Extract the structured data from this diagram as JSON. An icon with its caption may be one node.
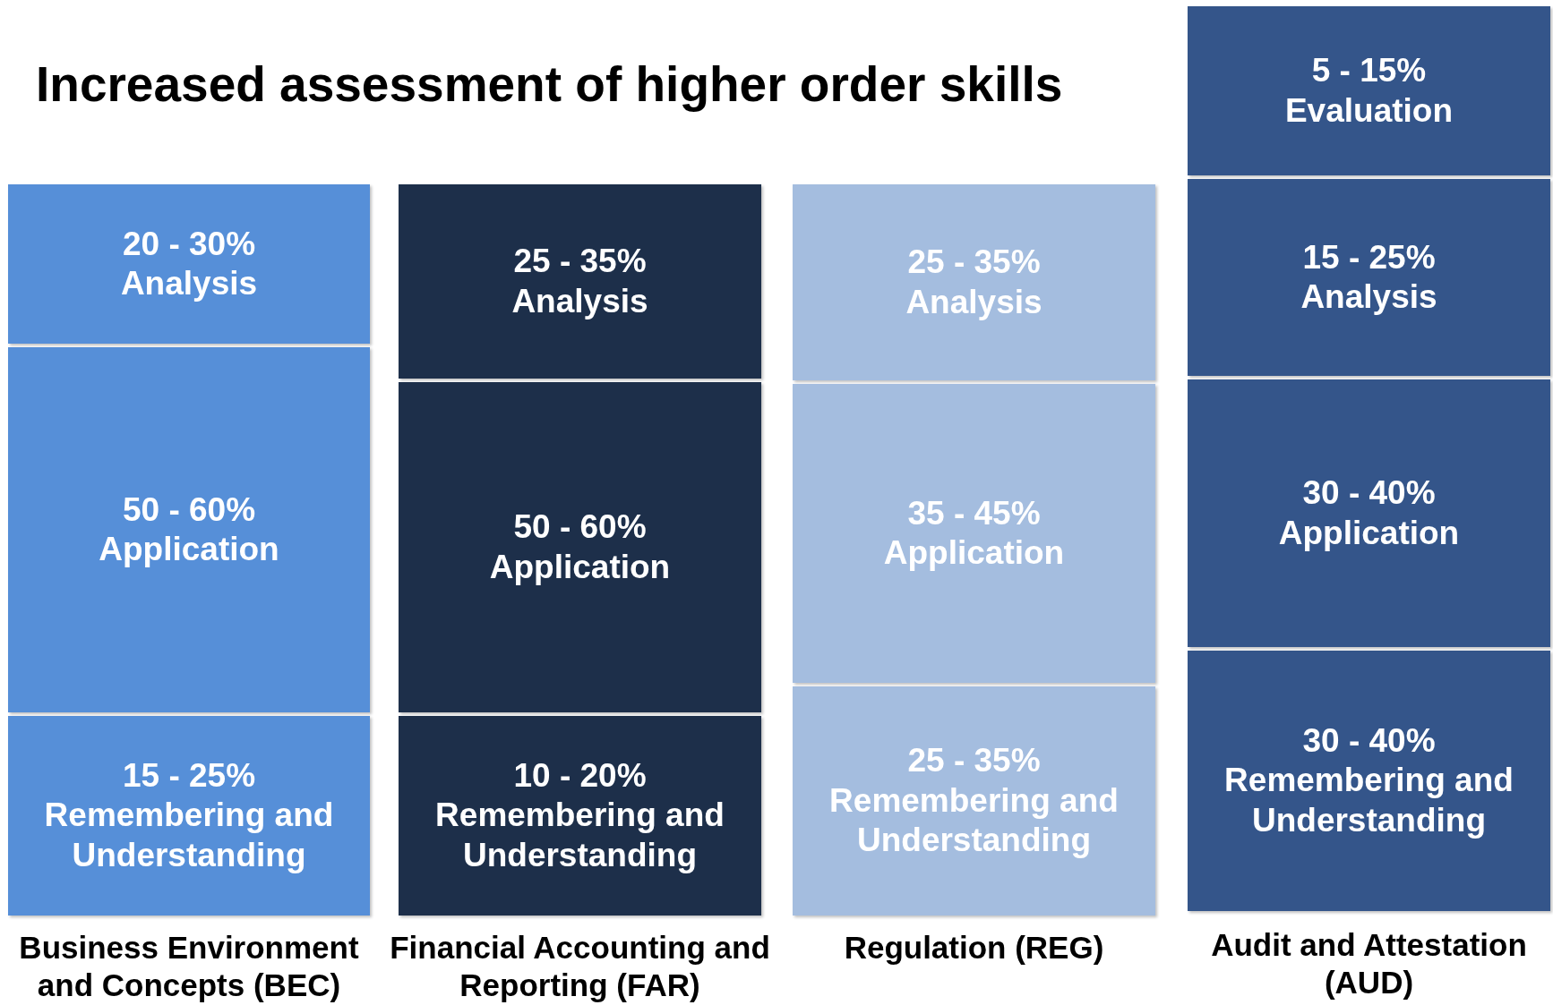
{
  "diagram": {
    "title": "Increased assessment of higher order skills",
    "nodes": [
      {
        "text": [
          "Business Environment and Concepts (BEC)"
        ]
      },
      {
        "text": [
          "20 - 30%",
          "Analysis"
        ],
        "in": 0
      },
      {
        "text": [
          "50 - 60%",
          "Application"
        ],
        "in": 0
      },
      {
        "text": [
          "15 - 25%",
          "Remembering and Understanding"
        ],
        "in": 0
      },
      {
        "text": [
          "Financial Accounting and Reporting (FAR)"
        ]
      },
      {
        "text": [
          "25 - 35%",
          "Analysis"
        ],
        "in": 4
      },
      {
        "text": [
          "50 - 60%",
          "Application"
        ],
        "in": 4
      },
      {
        "text": [
          "10 - 20%",
          "Remembering and Understanding"
        ],
        "in": 4
      },
      {
        "text": [
          "Regulation (REG)"
        ]
      },
      {
        "text": [
          "25 - 35%",
          "Analysis"
        ],
        "in": 8
      },
      {
        "text": [
          "35 - 45%",
          "Application"
        ],
        "in": 8
      },
      {
        "text": [
          "25 - 35%",
          "Remembering and Understanding"
        ],
        "in": 8
      },
      {
        "text": [
          "Audit and Attestation (AUD)"
        ]
      },
      {
        "text": [
          "5 - 15%",
          "Evaluation"
        ],
        "in": 12
      },
      {
        "text": [
          "15 - 25%",
          "Analysis"
        ],
        "in": 12
      },
      {
        "text": [
          "30 - 40%",
          "Application"
        ],
        "in": 12
      },
      {
        "text": [
          "30 - 40%",
          "Remembering and Understanding"
        ],
        "in": 12
      }
    ]
  }
}
